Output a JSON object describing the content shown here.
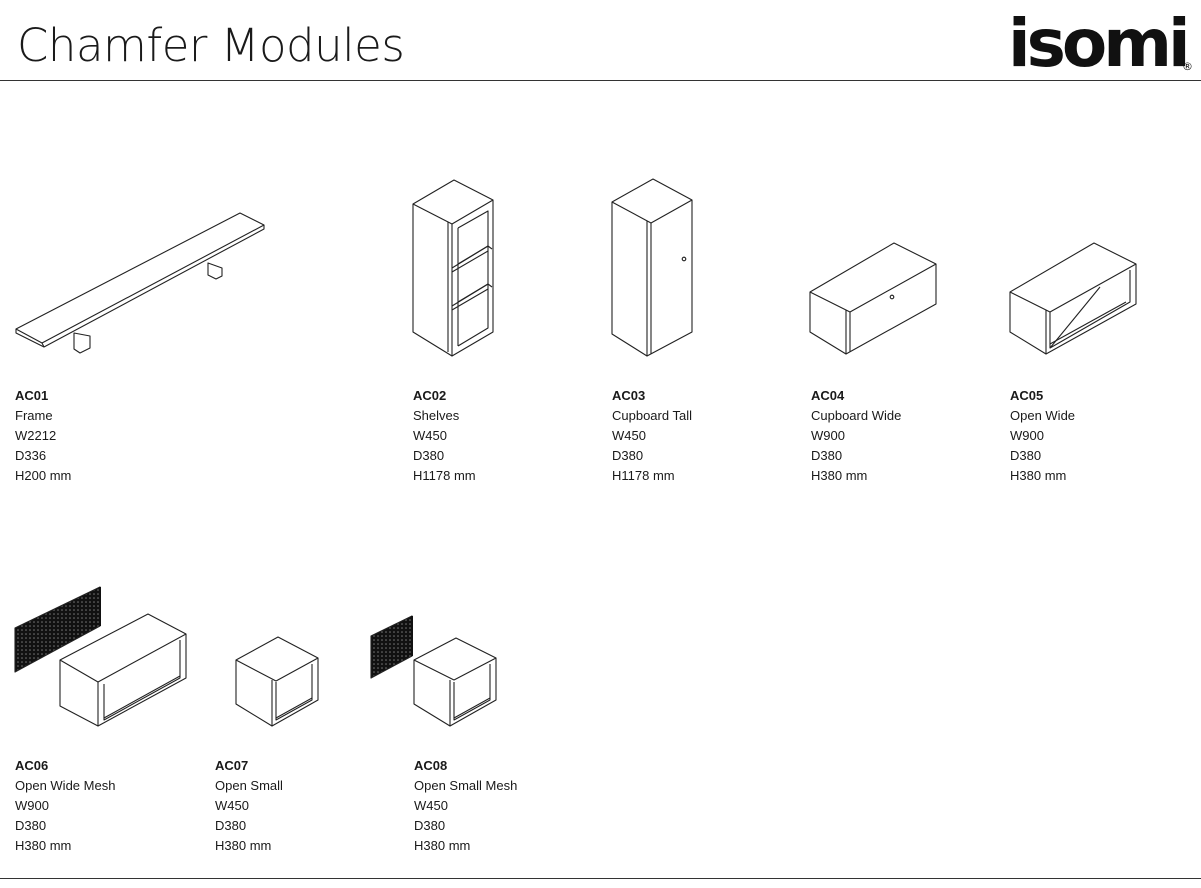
{
  "page": {
    "title": "Chamfer Modules",
    "brand": "isomi",
    "brand_mark": "®"
  },
  "modules": [
    {
      "code": "AC01",
      "name": "Frame",
      "w": "W2212",
      "d": "D336",
      "h": "H200 mm",
      "icon": "frame-shelf-illustration"
    },
    {
      "code": "AC02",
      "name": "Shelves",
      "w": "W450",
      "d": "D380",
      "h": "H1178 mm",
      "icon": "tall-shelves-illustration"
    },
    {
      "code": "AC03",
      "name": "Cupboard Tall",
      "w": "W450",
      "d": "D380",
      "h": "H1178 mm",
      "icon": "tall-cupboard-illustration"
    },
    {
      "code": "AC04",
      "name": "Cupboard Wide",
      "w": "W900",
      "d": "D380",
      "h": "H380 mm",
      "icon": "wide-cupboard-illustration"
    },
    {
      "code": "AC05",
      "name": "Open Wide",
      "w": "W900",
      "d": "D380",
      "h": "H380 mm",
      "icon": "open-wide-illustration"
    },
    {
      "code": "AC06",
      "name": "Open Wide Mesh",
      "w": "W900",
      "d": "D380",
      "h": "H380 mm",
      "icon": "open-wide-mesh-illustration"
    },
    {
      "code": "AC07",
      "name": "Open Small",
      "w": "W450",
      "d": "D380",
      "h": "H380 mm",
      "icon": "open-small-illustration"
    },
    {
      "code": "AC08",
      "name": "Open Small Mesh",
      "w": "W450",
      "d": "D380",
      "h": "H380 mm",
      "icon": "open-small-mesh-illustration"
    }
  ]
}
